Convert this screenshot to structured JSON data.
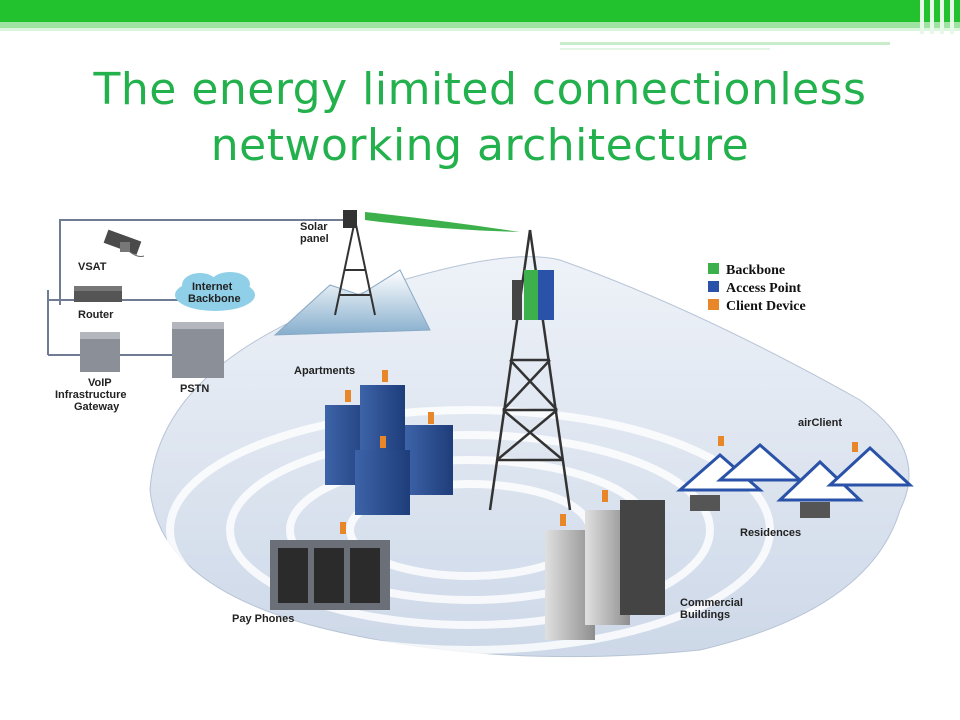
{
  "slide": {
    "title_line1": "The energy limited connectionless",
    "title_line2": "networking architecture",
    "accent_color": "#22b14c"
  },
  "legend": {
    "items": [
      {
        "label": "Backbone",
        "color": "#3cb04a"
      },
      {
        "label": "Access Point",
        "color": "#2a52a8"
      },
      {
        "label": "Client Device",
        "color": "#e8862a"
      }
    ]
  },
  "labels": {
    "vsat": "VSAT",
    "internet_backbone_1": "Internet",
    "internet_backbone_2": "Backbone",
    "router": "Router",
    "voip_1": "VoIP",
    "voip_2": "Infrastructure",
    "voip_3": "Gateway",
    "pstn": "PSTN",
    "solar_1": "Solar",
    "solar_2": "panel",
    "apartments": "Apartments",
    "airclient": "airClient",
    "residences": "Residences",
    "pay_phones": "Pay Phones",
    "commercial_1": "Commercial",
    "commercial_2": "Buildings"
  }
}
